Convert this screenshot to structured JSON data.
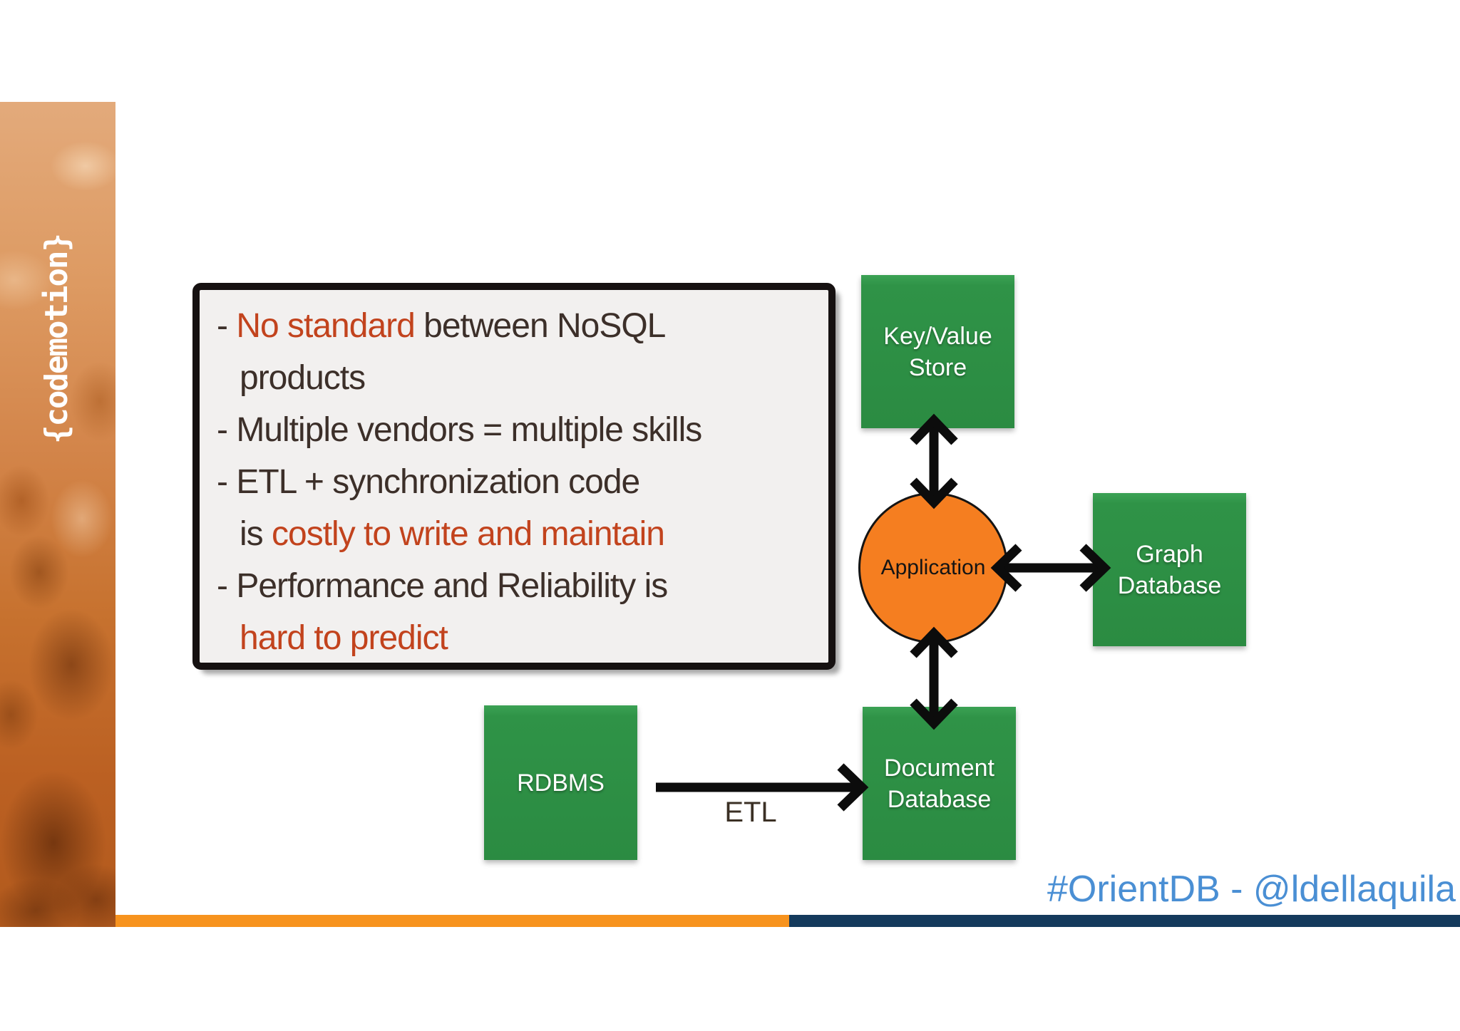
{
  "sidebar": {
    "logo_text": "{codemotion}"
  },
  "note_box": {
    "lines": [
      {
        "indent": false,
        "segments": [
          {
            "text": "- ",
            "color": "dark"
          },
          {
            "text": "No standard ",
            "color": "red"
          },
          {
            "text": "between NoSQL",
            "color": "dark"
          }
        ]
      },
      {
        "indent": true,
        "segments": [
          {
            "text": "products",
            "color": "dark"
          }
        ]
      },
      {
        "indent": false,
        "segments": [
          {
            "text": "- Multiple vendors = multiple skills",
            "color": "dark"
          }
        ]
      },
      {
        "indent": false,
        "segments": [
          {
            "text": "- ETL + synchronization code",
            "color": "dark"
          }
        ]
      },
      {
        "indent": true,
        "segments": [
          {
            "text": "is ",
            "color": "dark"
          },
          {
            "text": "costly to write and maintain",
            "color": "red"
          }
        ]
      },
      {
        "indent": false,
        "segments": [
          {
            "text": "- Performance and Reliability is",
            "color": "dark"
          }
        ]
      },
      {
        "indent": true,
        "segments": [
          {
            "text": "hard to predict",
            "color": "red"
          }
        ]
      }
    ]
  },
  "diagram": {
    "nodes": {
      "key_value": {
        "line1": "Key/Value",
        "line2": "Store"
      },
      "graph": {
        "line1": "Graph",
        "line2": "Database"
      },
      "document": {
        "line1": "Document",
        "line2": "Database"
      },
      "rdbms": {
        "line1": "RDBMS"
      },
      "application": {
        "label": "Application"
      }
    },
    "etl_label": "ETL"
  },
  "footer": {
    "handle": "#OrientDB - @ldellaquila"
  },
  "colors": {
    "green_node": "#2e9347",
    "orange_node": "#f57e20",
    "note_red_text": "#c2431d",
    "note_dark_text": "#3c2f29",
    "footer_blue": "#4a8fd4",
    "bar_orange": "#f7931e",
    "bar_navy": "#143a5c",
    "sidebar_orange": "#c7722f"
  }
}
